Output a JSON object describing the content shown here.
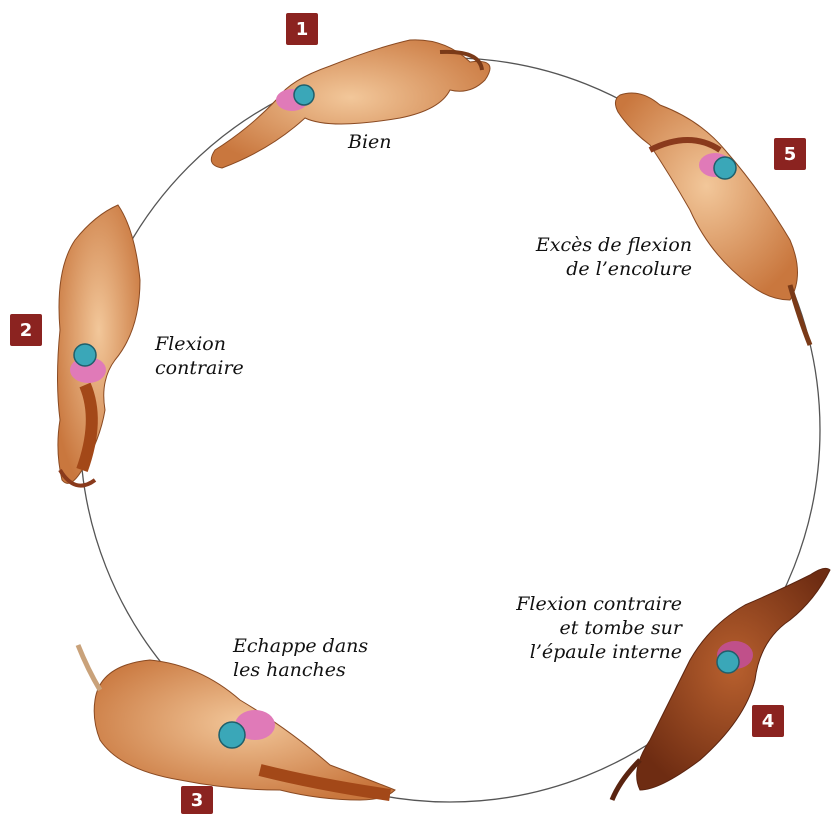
{
  "colors": {
    "badge": "#8b2320",
    "track": "#555555",
    "horse_light": "#d9905a",
    "horse_dark": "#8a3a1c",
    "rider_helmet": "#3aa7b8",
    "rider_jacket": "#e07ab8"
  },
  "positions": [
    {
      "number": "1",
      "caption": [
        "Bien"
      ]
    },
    {
      "number": "2",
      "caption": [
        "Flexion",
        "contraire"
      ]
    },
    {
      "number": "3",
      "caption": [
        "Echappe dans",
        "les hanches"
      ]
    },
    {
      "number": "4",
      "caption": [
        "Flexion contraire",
        "et tombe sur",
        "l’épaule interne"
      ]
    },
    {
      "number": "5",
      "caption": [
        "Excès de flexion",
        "de l’encolure"
      ]
    }
  ]
}
